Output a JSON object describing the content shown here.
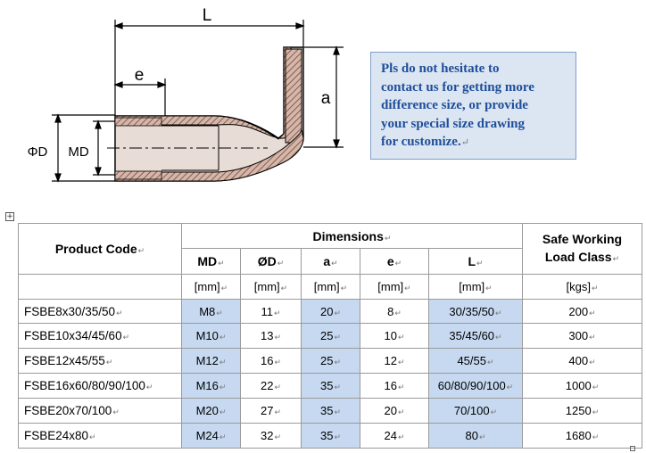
{
  "drawing": {
    "labels": {
      "L": "L",
      "e": "e",
      "a": "a",
      "od": "ΦD",
      "md": "MD"
    }
  },
  "note": {
    "lines": [
      "Pls do not hesitate to",
      "contact us for getting more",
      "difference size, or provide",
      "your special size drawing",
      "for customize."
    ],
    "para_mark": "↵"
  },
  "table": {
    "header": {
      "product_code": "Product Code",
      "dimensions": "Dimensions",
      "safe_working_line1": "Safe Working",
      "safe_working_line2": "Load Class",
      "columns": [
        "MD",
        "ØD",
        "a",
        "e",
        "L"
      ],
      "dim_units": [
        "[mm]",
        "[mm]",
        "[mm]",
        "[mm]",
        "[mm]"
      ],
      "load_unit": "[kgs]"
    },
    "rows": [
      {
        "code": "FSBE8x30/35/50",
        "md": "M8",
        "od": "11",
        "a": "20",
        "e": "8",
        "l": "30/35/50",
        "load": "200"
      },
      {
        "code": "FSBE10x34/45/60",
        "md": "M10",
        "od": "13",
        "a": "25",
        "e": "10",
        "l": "35/45/60",
        "load": "300"
      },
      {
        "code": "FSBE12x45/55",
        "md": "M12",
        "od": "16",
        "a": "25",
        "e": "12",
        "l": "45/55",
        "load": "400"
      },
      {
        "code": "FSBE16x60/80/90/100",
        "md": "M16",
        "od": "22",
        "a": "35",
        "e": "16",
        "l": "60/80/90/100",
        "load": "1000"
      },
      {
        "code": "FSBE20x70/100",
        "md": "M20",
        "od": "27",
        "a": "35",
        "e": "20",
        "l": "70/100",
        "load": "1250"
      },
      {
        "code": "FSBE24x80",
        "md": "M24",
        "od": "32",
        "a": "35",
        "e": "24",
        "l": "80",
        "load": "1680"
      }
    ]
  },
  "colors": {
    "highlight": "#c6d9f1",
    "note_bg": "#dce6f2",
    "note_text": "#1f4e9a"
  }
}
